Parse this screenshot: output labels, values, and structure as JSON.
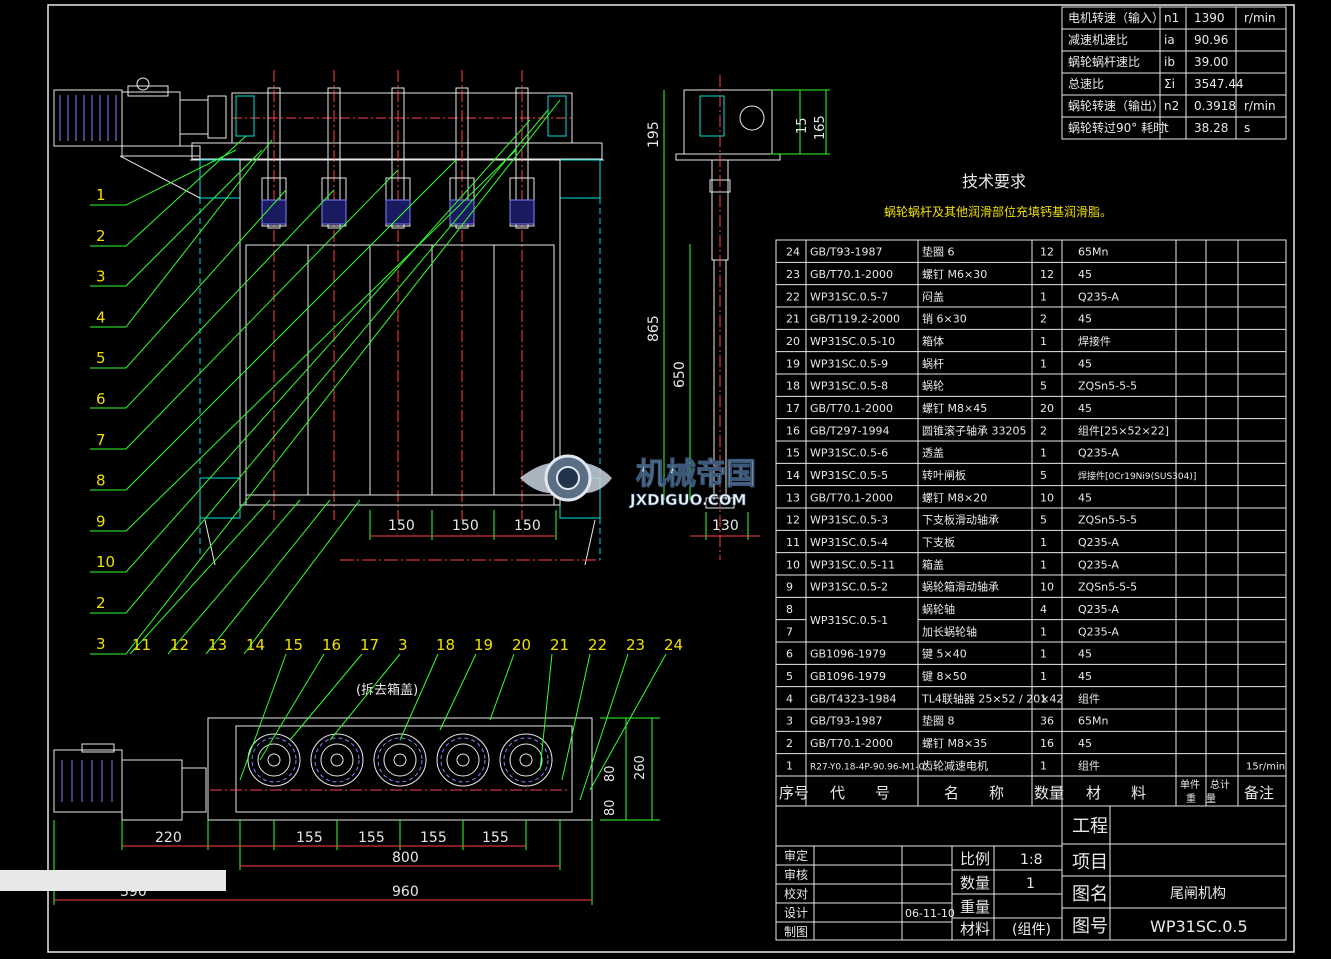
{
  "params": [
    {
      "label": "电机转速（输入）",
      "sym": "n1",
      "val": "1390",
      "unit": "r/min"
    },
    {
      "label": "减速机速比",
      "sym": "ia",
      "val": "90.96",
      "unit": ""
    },
    {
      "label": "蜗轮蜗杆速比",
      "sym": "ib",
      "val": "39.00",
      "unit": ""
    },
    {
      "label": "总速比",
      "sym": "Σi",
      "val": "3547.44",
      "unit": ""
    },
    {
      "label": "蜗轮转速（输出）",
      "sym": "n2",
      "val": "0.3918",
      "unit": "r/min"
    },
    {
      "label": "蜗轮转过90° 耗时",
      "sym": "t",
      "val": "38.28",
      "unit": "s"
    }
  ],
  "tech_title": "技术要求",
  "tech_note": "蜗轮蜗杆及其他润滑部位充填钙基润滑脂。",
  "bom": [
    {
      "no": "24",
      "code": "GB/T93-1987",
      "name": "垫圈 6",
      "qty": "12",
      "mat": "65Mn",
      "note": ""
    },
    {
      "no": "23",
      "code": "GB/T70.1-2000",
      "name": "螺钉 M6×30",
      "qty": "12",
      "mat": "45",
      "note": ""
    },
    {
      "no": "22",
      "code": "WP31SC.0.5-7",
      "name": "闷盖",
      "qty": "1",
      "mat": "Q235-A",
      "note": ""
    },
    {
      "no": "21",
      "code": "GB/T119.2-2000",
      "name": "销 6×30",
      "qty": "2",
      "mat": "45",
      "note": ""
    },
    {
      "no": "20",
      "code": "WP31SC.0.5-10",
      "name": "箱体",
      "qty": "1",
      "mat": "焊接件",
      "note": ""
    },
    {
      "no": "19",
      "code": "WP31SC.0.5-9",
      "name": "蜗杆",
      "qty": "1",
      "mat": "45",
      "note": ""
    },
    {
      "no": "18",
      "code": "WP31SC.0.5-8",
      "name": "蜗轮",
      "qty": "5",
      "mat": "ZQSn5-5-5",
      "note": ""
    },
    {
      "no": "17",
      "code": "GB/T70.1-2000",
      "name": "螺钉 M8×45",
      "qty": "20",
      "mat": "45",
      "note": ""
    },
    {
      "no": "16",
      "code": "GB/T297-1994",
      "name": "圆锥滚子轴承 33205",
      "qty": "2",
      "mat": "组件[25×52×22]",
      "note": ""
    },
    {
      "no": "15",
      "code": "WP31SC.0.5-6",
      "name": "透盖",
      "qty": "1",
      "mat": "Q235-A",
      "note": ""
    },
    {
      "no": "14",
      "code": "WP31SC.0.5-5",
      "name": "转叶闸板",
      "qty": "5",
      "mat": "焊接件[0Cr19Ni9(SUS304)]",
      "note": ""
    },
    {
      "no": "13",
      "code": "GB/T70.1-2000",
      "name": "螺钉 M8×20",
      "qty": "10",
      "mat": "45",
      "note": ""
    },
    {
      "no": "12",
      "code": "WP31SC.0.5-3",
      "name": "下支板滑动轴承",
      "qty": "5",
      "mat": "ZQSn5-5-5",
      "note": ""
    },
    {
      "no": "11",
      "code": "WP31SC.0.5-4",
      "name": "下支板",
      "qty": "1",
      "mat": "Q235-A",
      "note": ""
    },
    {
      "no": "10",
      "code": "WP31SC.0.5-11",
      "name": "箱盖",
      "qty": "1",
      "mat": "Q235-A",
      "note": ""
    },
    {
      "no": "9",
      "code": "WP31SC.0.5-2",
      "name": "蜗轮箱滑动轴承",
      "qty": "10",
      "mat": "ZQSn5-5-5",
      "note": ""
    },
    {
      "no": "8",
      "code": "WP31SC.0.5-1",
      "name": "蜗轮轴",
      "qty": "4",
      "mat": "Q235-A",
      "note": ""
    },
    {
      "no": "7",
      "code": "",
      "name": "加长蜗轮轴",
      "qty": "1",
      "mat": "Q235-A",
      "note": ""
    },
    {
      "no": "6",
      "code": "GB1096-1979",
      "name": "键 5×40",
      "qty": "1",
      "mat": "45",
      "note": ""
    },
    {
      "no": "5",
      "code": "GB1096-1979",
      "name": "键 8×50",
      "qty": "1",
      "mat": "45",
      "note": ""
    },
    {
      "no": "4",
      "code": "GB/T4323-1984",
      "name": "TL4联轴器 25×52 / 20×42",
      "qty": "1",
      "mat": "组件",
      "note": ""
    },
    {
      "no": "3",
      "code": "GB/T93-1987",
      "name": "垫圈 8",
      "qty": "36",
      "mat": "65Mn",
      "note": ""
    },
    {
      "no": "2",
      "code": "GB/T70.1-2000",
      "name": "螺钉 M8×35",
      "qty": "16",
      "mat": "45",
      "note": ""
    },
    {
      "no": "1",
      "code": "R27-Y0.18-4P-90.96-M1-0°",
      "name": "齿轮减速电机",
      "qty": "1",
      "mat": "组件",
      "note": "15r/min"
    }
  ],
  "bom_header": {
    "no": "序号",
    "code": "代　　号",
    "name": "名　　称",
    "qty": "数量",
    "mat": "材　　料",
    "unit_w": "单件",
    "total_w": "总计",
    "weight": "重　量",
    "note": "备注"
  },
  "title_block": {
    "project_label": "工程",
    "item_label": "项目",
    "drawing_name_label": "图名",
    "drawing_no_label": "图号",
    "drawing_name": "尾闸机构",
    "drawing_no": "WP31SC.0.5",
    "scale_label": "比例",
    "scale": "1:8",
    "qty_label": "数量",
    "qty": "1",
    "weight_label": "重量",
    "material_label": "材料",
    "material": "(组件)",
    "roles": [
      "审定",
      "审核",
      "校对",
      "设计",
      "制图"
    ],
    "date": "06-11-10"
  },
  "watermark": {
    "cn": "机械帝国",
    "en": "JXDIGUO.COM"
  },
  "front_dims": {
    "d150a": "150",
    "d150b": "150",
    "d150c": "150",
    "d195": "195",
    "d865": "865",
    "d650": "650",
    "d130": "130",
    "d15": "15",
    "d165": "165"
  },
  "plan_dims": {
    "d220": "220",
    "d155a": "155",
    "d155b": "155",
    "d155c": "155",
    "d155d": "155",
    "d800": "800",
    "d960": "960",
    "d390": "390",
    "d80a": "80",
    "d80b": "80",
    "d260": "260",
    "note": "(拆去箱盖)"
  },
  "balloons_left": [
    "1",
    "2",
    "3",
    "4",
    "5",
    "6",
    "7",
    "8",
    "9",
    "10",
    "2",
    "3"
  ],
  "balloons_bottom": [
    "11",
    "12",
    "13",
    "14",
    "15",
    "16",
    "17",
    "3",
    "18",
    "19",
    "20",
    "21",
    "22",
    "23",
    "24"
  ]
}
